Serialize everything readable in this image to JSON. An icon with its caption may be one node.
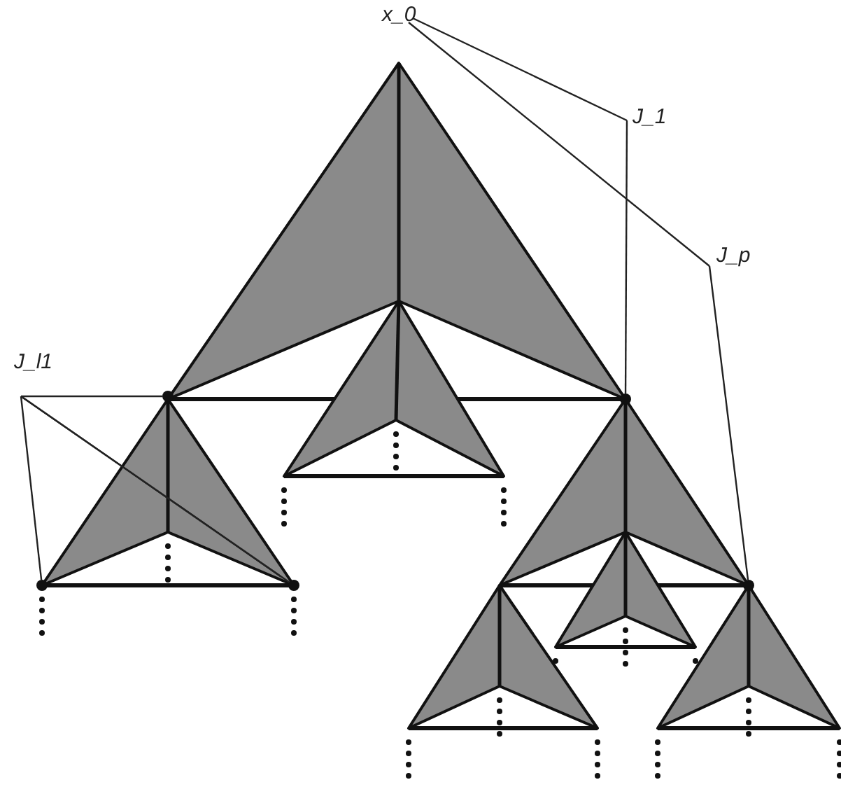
{
  "diagram": {
    "nodes": [
      {
        "text": [
          "x_0"
        ]
      },
      {
        "text": [
          "J_1"
        ]
      },
      {
        "text": [
          "J_p"
        ]
      },
      {
        "text": [
          "J_l1"
        ]
      },
      {
        "text": [],
        "shape": "circle"
      },
      {
        "text": [],
        "shape": "circle"
      },
      {
        "text": [],
        "shape": "circle"
      },
      {
        "text": [],
        "shape": "circle"
      },
      {
        "text": [],
        "shape": "circle"
      }
    ],
    "edges": [
      {
        "from": 1,
        "to": 0,
        "arrow": "none"
      },
      {
        "from": 1,
        "to": 4,
        "arrow": "none"
      },
      {
        "from": 2,
        "to": 0,
        "arrow": "none"
      },
      {
        "from": 2,
        "to": 5,
        "arrow": "none"
      },
      {
        "from": 3,
        "to": 6,
        "arrow": "none"
      },
      {
        "from": 3,
        "to": 7,
        "arrow": "none"
      },
      {
        "from": 3,
        "to": 8,
        "arrow": "none"
      },
      {
        "from": 3,
        "to": 8,
        "arrow": "none"
      }
    ]
  }
}
